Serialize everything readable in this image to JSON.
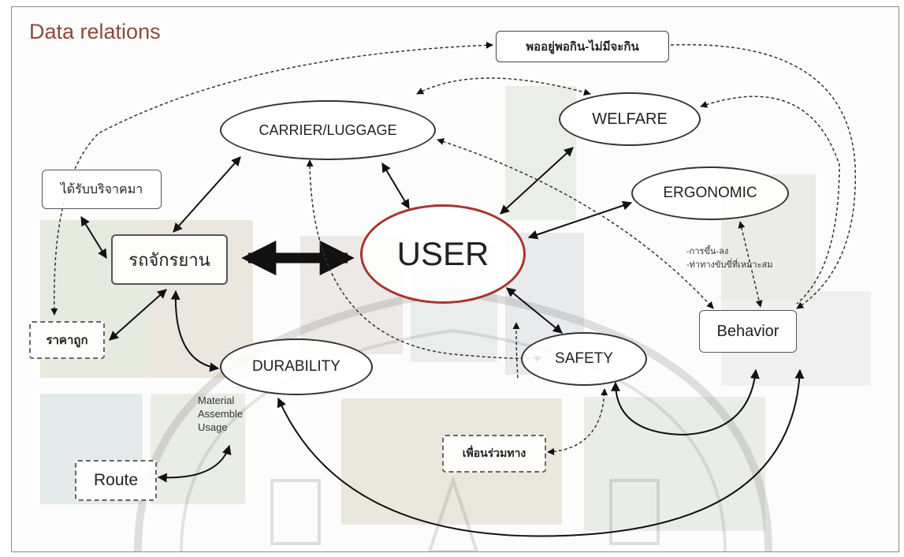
{
  "title": "Data relations",
  "nodes": {
    "user": "USER",
    "carrier": "CARRIER/LUGGAGE",
    "welfare": "WELFARE",
    "ergonomic": "ERGONOMIC",
    "bicycle": "รถจักรยาน",
    "durability": "DURABILITY",
    "safety": "SAFETY",
    "behavior": "Behavior",
    "route": "Route",
    "donated": "ได้รับบริจาคมา",
    "cheap": "ราคาถูก",
    "sufficient": "พออยู่พอกิน-ไม่มีจะกิน",
    "companion": "เพื่อนร่วมทาง"
  },
  "notes": {
    "durability_details": "Material\nAssemble\nUsage",
    "ergonomic_details": "-การขึ้น-ลง\n-ท่าทางขับขี่ที่เหมาะสม"
  },
  "colors": {
    "user_border": "#a8342e",
    "title": "#8b4a3c",
    "line": "#111111"
  }
}
